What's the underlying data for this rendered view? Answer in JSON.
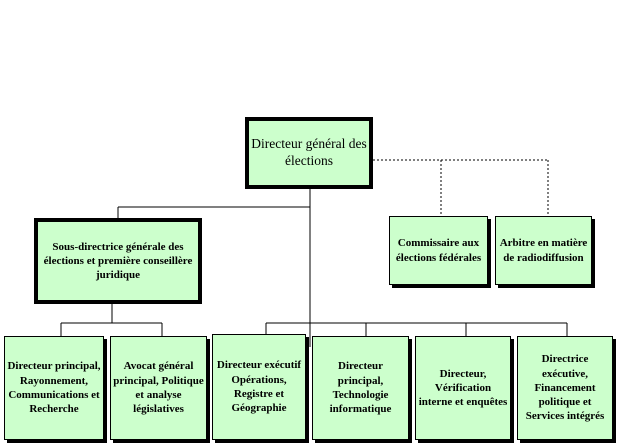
{
  "colors": {
    "box_fill": "#ccffcc",
    "line": "#000000",
    "background": "#ffffff"
  },
  "org_chart": {
    "director_general": "Directeur général des élections",
    "deputy": "Sous-directrice générale des élections et première conseillère juridique",
    "side_offices": [
      {
        "label": "Commissaire aux élections fédérales"
      },
      {
        "label": "Arbitre en matière de radiodiffusion"
      }
    ],
    "units": [
      {
        "label": "Directeur principal, Rayonnement, Communications et Recherche"
      },
      {
        "label": "Avocat général principal, Politique et analyse législatives"
      },
      {
        "label": "Directeur exécutif Opérations, Registre et Géographie"
      },
      {
        "label": "Directeur principal, Technologie informatique"
      },
      {
        "label": "Directeur, Vérification interne et enquêtes"
      },
      {
        "label": "Directrice exécutive, Financement politique et Services intégrés"
      }
    ]
  }
}
